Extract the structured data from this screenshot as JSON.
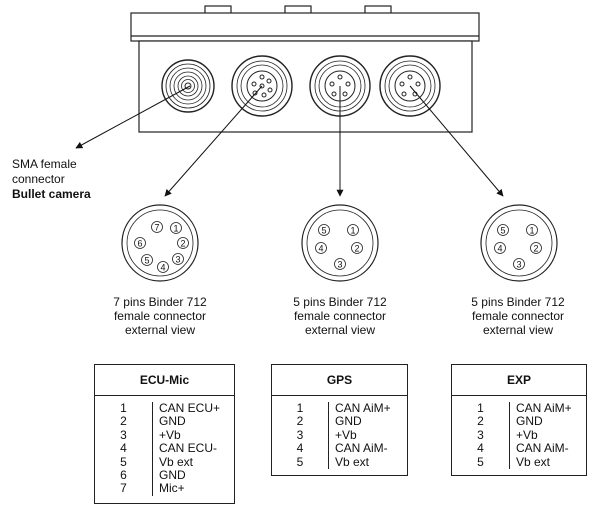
{
  "sma": {
    "line1": "SMA female",
    "line2": "connector",
    "line3": "Bullet camera"
  },
  "connectors": [
    {
      "name": "ecu",
      "line1": "7 pins Binder 712",
      "line2": "female connector",
      "line3": "external view",
      "pins": [
        "1",
        "2",
        "3",
        "4",
        "5",
        "6",
        "7"
      ]
    },
    {
      "name": "gps",
      "line1": "5 pins Binder 712",
      "line2": "female connector",
      "line3": "external view",
      "pins": [
        "1",
        "2",
        "3",
        "4",
        "5"
      ]
    },
    {
      "name": "exp",
      "line1": "5 pins Binder 712",
      "line2": "female connector",
      "line3": "external view",
      "pins": [
        "1",
        "2",
        "3",
        "4",
        "5"
      ]
    }
  ],
  "tables": [
    {
      "title": "ECU-Mic",
      "rows": [
        {
          "pin": "1",
          "signal": "CAN ECU+"
        },
        {
          "pin": "2",
          "signal": "GND"
        },
        {
          "pin": "3",
          "signal": "+Vb"
        },
        {
          "pin": "4",
          "signal": "CAN ECU-"
        },
        {
          "pin": "5",
          "signal": "Vb ext"
        },
        {
          "pin": "6",
          "signal": "GND"
        },
        {
          "pin": "7",
          "signal": "Mic+"
        }
      ]
    },
    {
      "title": "GPS",
      "rows": [
        {
          "pin": "1",
          "signal": "CAN AiM+"
        },
        {
          "pin": "2",
          "signal": "GND"
        },
        {
          "pin": "3",
          "signal": "+Vb"
        },
        {
          "pin": "4",
          "signal": "CAN AiM-"
        },
        {
          "pin": "5",
          "signal": "Vb ext"
        }
      ]
    },
    {
      "title": "EXP",
      "rows": [
        {
          "pin": "1",
          "signal": "CAN AiM+"
        },
        {
          "pin": "2",
          "signal": "GND"
        },
        {
          "pin": "3",
          "signal": "+Vb"
        },
        {
          "pin": "4",
          "signal": "CAN AiM-"
        },
        {
          "pin": "5",
          "signal": "Vb ext"
        }
      ]
    }
  ]
}
